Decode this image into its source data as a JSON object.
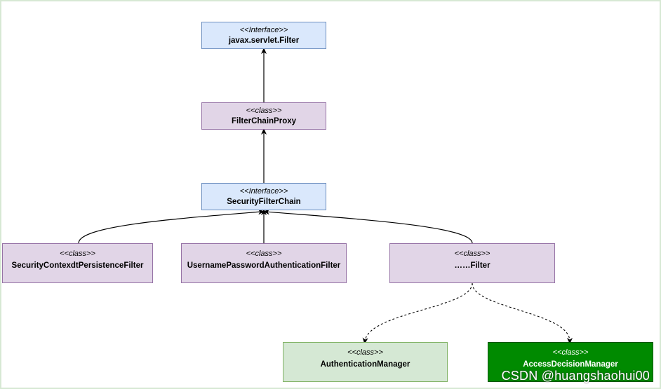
{
  "nodes": {
    "filter": {
      "stereotype": "<<Interface>>",
      "name": "javax.servlet.Filter"
    },
    "proxy": {
      "stereotype": "<<class>>",
      "name": "FilterChainProxy"
    },
    "chain": {
      "stereotype": "<<Interface>>",
      "name": "SecurityFilterChain"
    },
    "scpf": {
      "stereotype": "<<class>>",
      "name": "SecurityContexdtPersistenceFilter"
    },
    "upaf": {
      "stereotype": "<<class>>",
      "name": "UsernamePasswordAuthenticationFilter"
    },
    "other": {
      "stereotype": "<<class>>",
      "name": "……Filter"
    },
    "authmgr": {
      "stereotype": "<<class>>",
      "name": "AuthenticationManager"
    },
    "accessmgr": {
      "stereotype": "<<class>>",
      "name": "AccessDecisionManager"
    }
  },
  "watermark": "CSDN @huangshaohui00",
  "colors": {
    "interface_fill": "#dae8fc",
    "class_fill": "#e1d5e7",
    "auth_fill": "#d5e8d4",
    "access_fill": "#008a00"
  }
}
